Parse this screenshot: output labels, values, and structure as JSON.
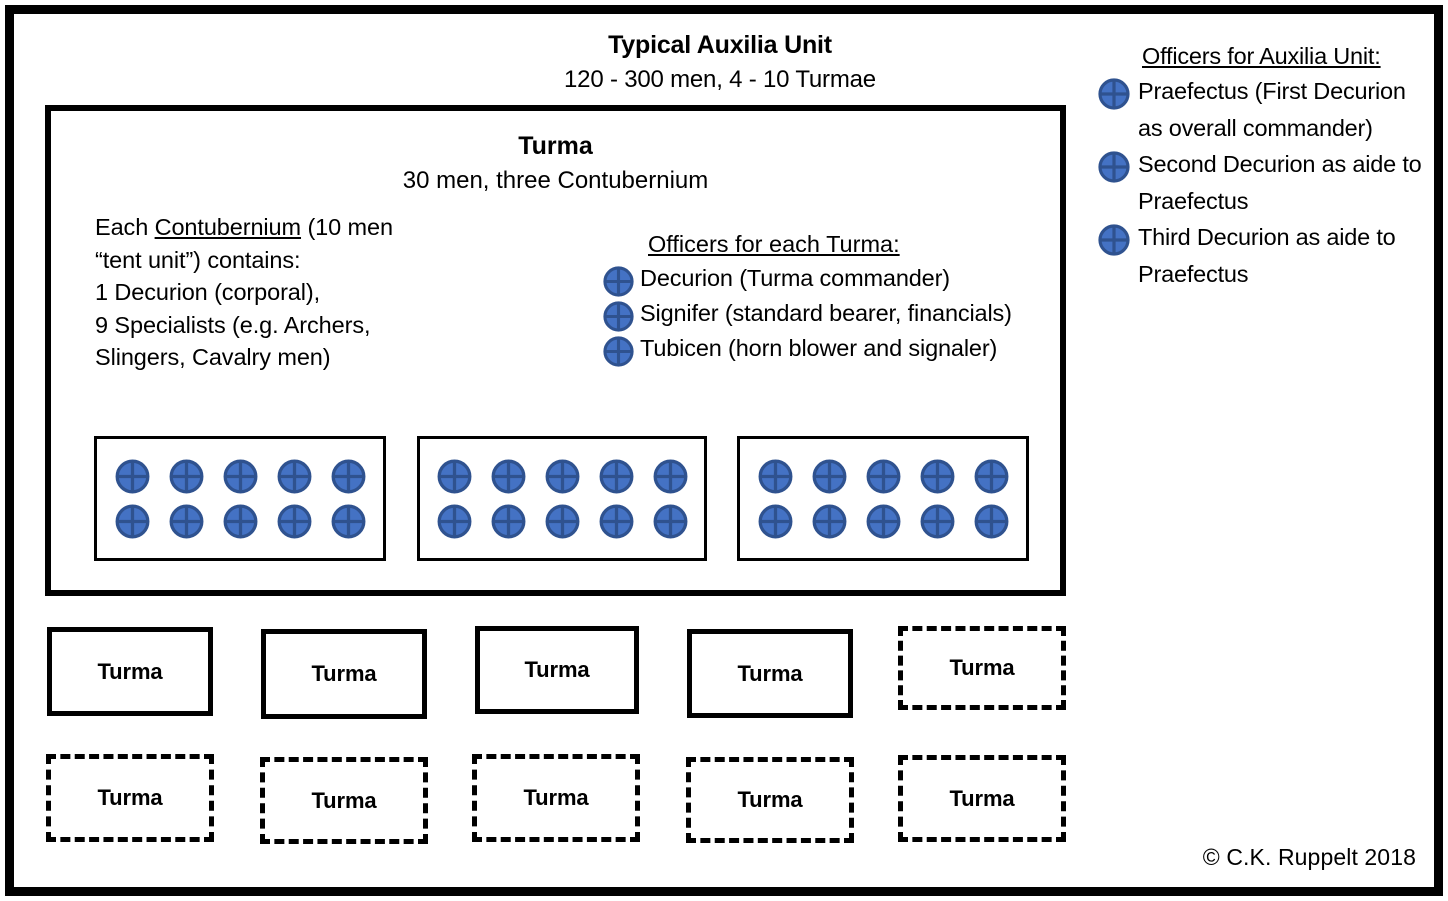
{
  "header": {
    "title": "Typical Auxilia Unit",
    "subtitle": "120 - 300 men, 4 - 10 Turmae"
  },
  "turma_main": {
    "title": "Turma",
    "subtitle": "30 men, three Contubernium",
    "contubernium_description": {
      "line1_pre": "Each ",
      "line1_underlined": "Contubernium",
      "line1_post": " (10 men",
      "line2": "“tent unit”) contains:",
      "line3": "1 Decurion (corporal),",
      "line4": "9 Specialists (e.g. Archers,",
      "line5": "Slingers, Cavalry men)"
    },
    "officers_heading": "Officers for each Turma:",
    "officers": [
      {
        "icon": "soldier-icon",
        "label": "Decurion (Turma commander)"
      },
      {
        "icon": "soldier-icon",
        "label": "Signifer (standard bearer, financials)"
      },
      {
        "icon": "soldier-icon",
        "label": "Tubicen (horn blower and signaler)"
      }
    ],
    "contubernium_boxes": [
      {
        "name": "contubernium-1",
        "soldiers": 10,
        "rows": 2,
        "columns": 5
      },
      {
        "name": "contubernium-2",
        "soldiers": 10,
        "rows": 2,
        "columns": 5
      },
      {
        "name": "contubernium-3",
        "soldiers": 10,
        "rows": 2,
        "columns": 5
      }
    ]
  },
  "turma_boxes": {
    "label": "Turma",
    "row1": [
      {
        "label": "Turma",
        "style": "solid"
      },
      {
        "label": "Turma",
        "style": "solid"
      },
      {
        "label": "Turma",
        "style": "solid"
      },
      {
        "label": "Turma",
        "style": "solid"
      },
      {
        "label": "Turma",
        "style": "dashed"
      }
    ],
    "row2": [
      {
        "label": "Turma",
        "style": "dashed"
      },
      {
        "label": "Turma",
        "style": "dashed"
      },
      {
        "label": "Turma",
        "style": "dashed"
      },
      {
        "label": "Turma",
        "style": "dashed"
      },
      {
        "label": "Turma",
        "style": "dashed"
      }
    ]
  },
  "right_panel": {
    "heading": "Officers for Auxilia Unit:",
    "officers": [
      {
        "icon": "soldier-icon",
        "label": "Praefectus (First Decurion as overall commander)"
      },
      {
        "icon": "soldier-icon",
        "label": "Second Decurion as aide to Praefectus"
      },
      {
        "icon": "soldier-icon",
        "label": "Third Decurion as aide to Praefectus"
      }
    ]
  },
  "copyright": "© C.K. Ruppelt 2018",
  "colors": {
    "soldier_fill": "#4472C4",
    "soldier_stroke": "#2F528F",
    "frame": "#000000",
    "background": "#FFFFFF"
  }
}
